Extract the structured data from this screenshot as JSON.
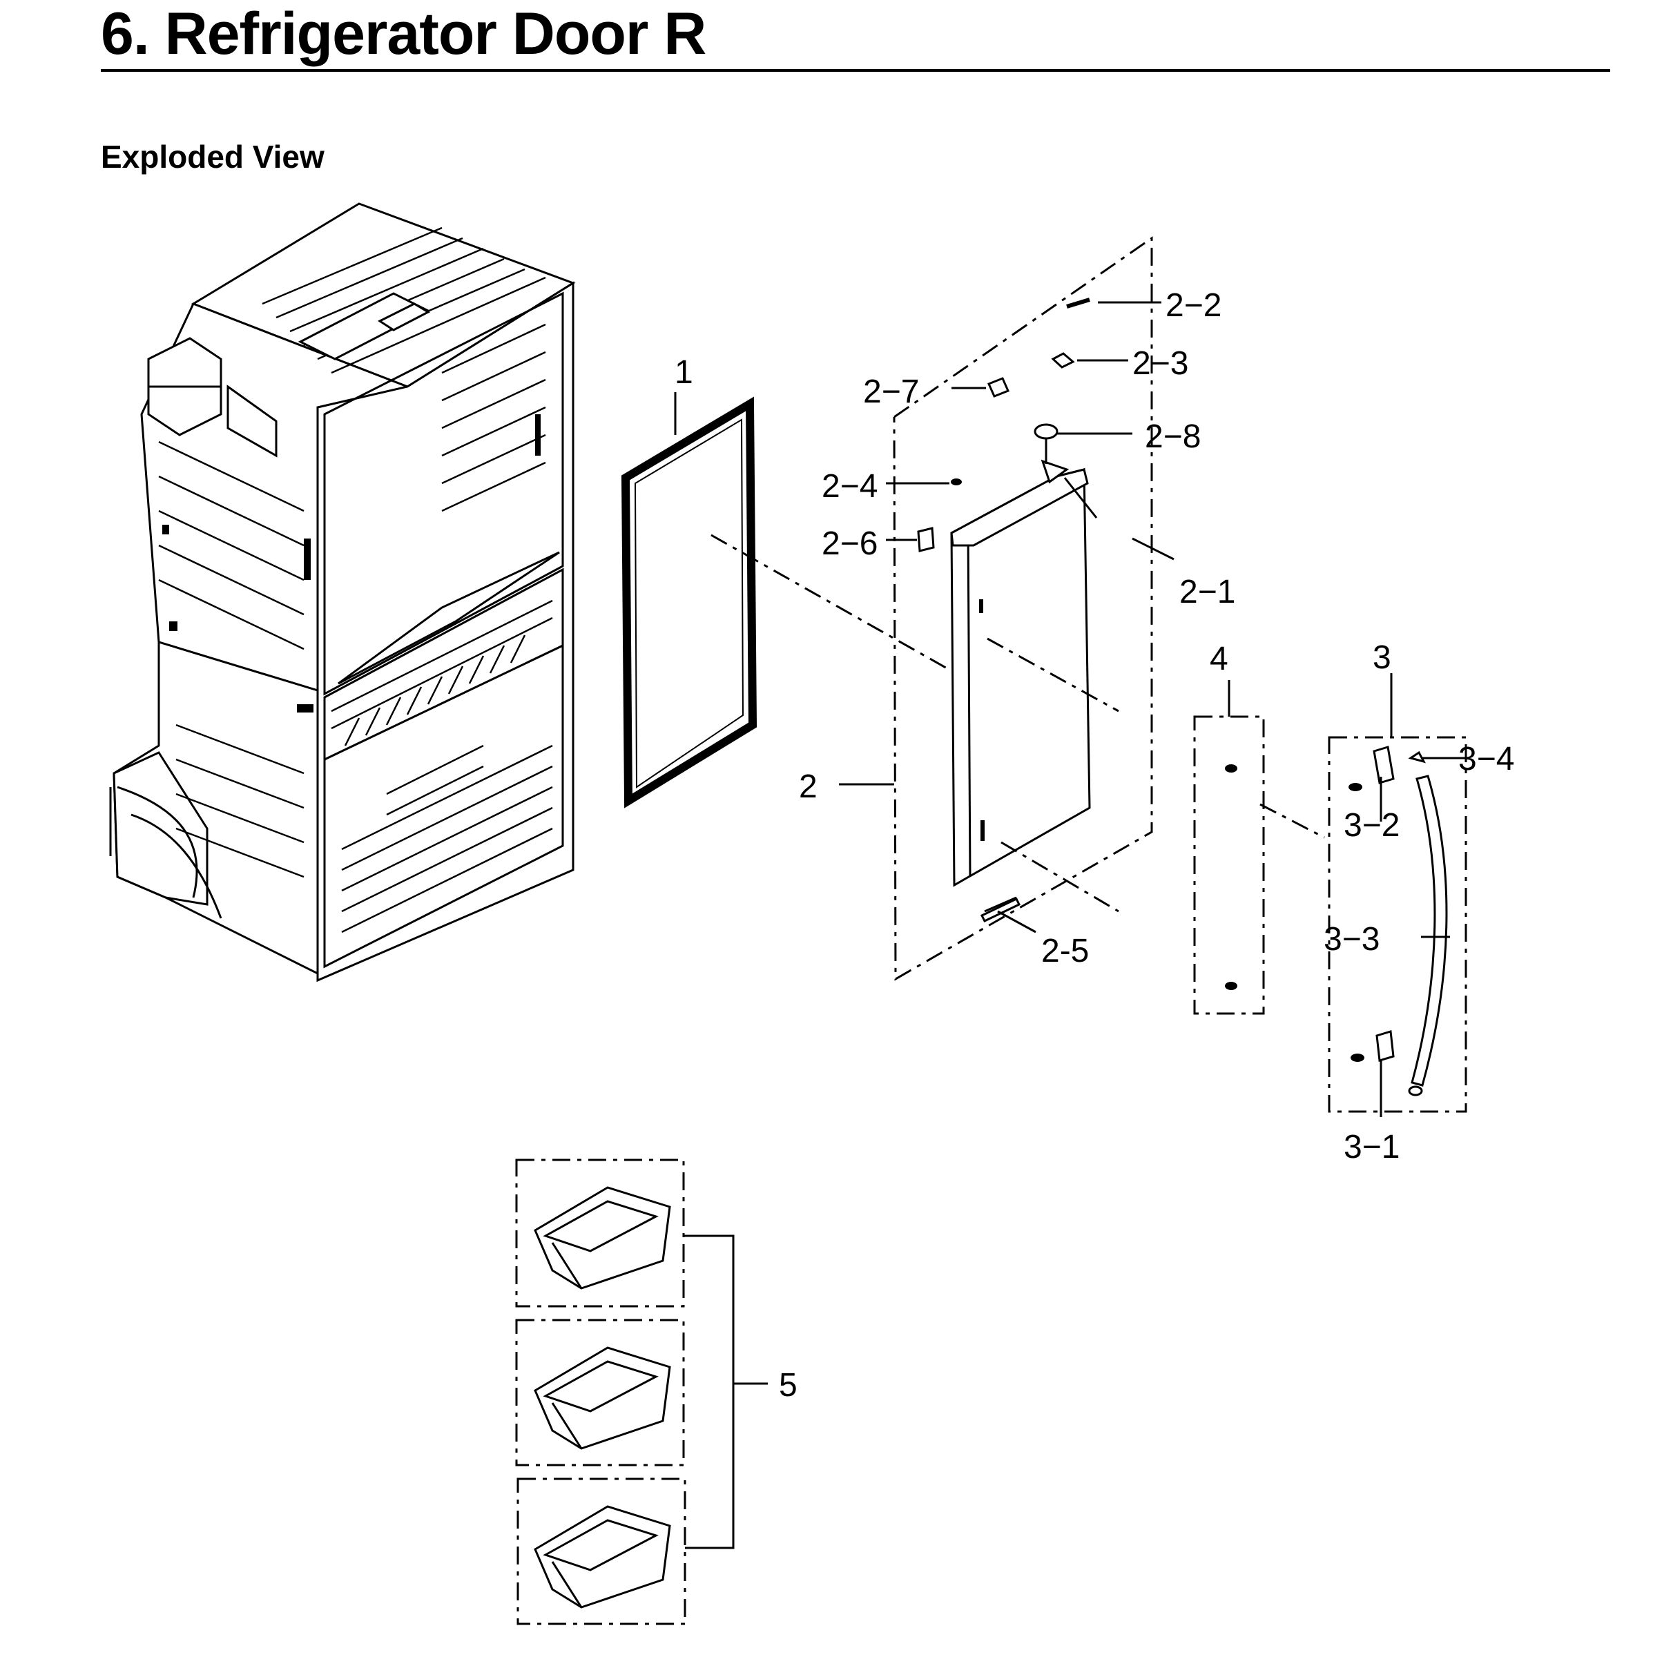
{
  "page": {
    "title": "6.  Refrigerator Door R",
    "subtitle": "Exploded View"
  },
  "callouts": {
    "c1": "1",
    "c2": "2",
    "c2_1": "2−1",
    "c2_2": "2−2",
    "c2_3": "2−3",
    "c2_4": "2−4",
    "c2_5": "2-5",
    "c2_6": "2−6",
    "c2_7": "2−7",
    "c2_8": "2−8",
    "c3": "3",
    "c3_1": "3−1",
    "c3_2": "3−2",
    "c3_3": "3−3",
    "c3_4": "3−4",
    "c4": "4",
    "c5": "5"
  },
  "colors": {
    "ink": "#000000",
    "paper": "#ffffff"
  }
}
